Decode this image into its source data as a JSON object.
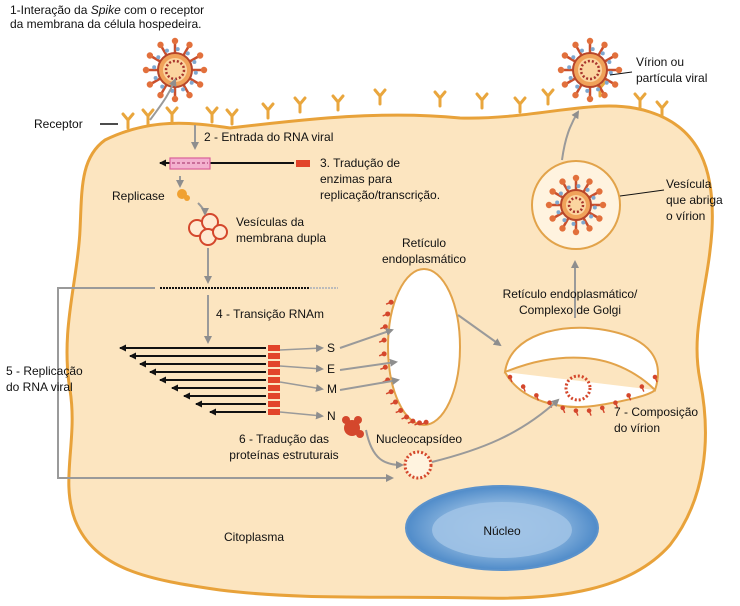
{
  "labels": {
    "step1_line1": "1-Interação da ",
    "step1_spike": "Spike",
    "step1_line1_end": " com o receptor",
    "step1_line2": "da membrana da célula hospedeira.",
    "receptor": "Receptor",
    "step2": "2 - Entrada do RNA viral",
    "step3_line1": "3. Tradução de",
    "step3_line2": "enzimas para",
    "step3_line3": "replicação/transcrição.",
    "replicase": "Replicase",
    "vesicles_line1": "Vesículas da",
    "vesicles_line2": "membrana dupla",
    "er_line1": "Retículo",
    "er_line2": "endoplasmático",
    "virion_line1": "Vírion ou",
    "virion_line2": "partícula viral",
    "vesicle_virion_line1": "Vesícula",
    "vesicle_virion_line2": "que abriga",
    "vesicle_virion_line3": "o vírion",
    "er_golgi_line1": "Retículo endoplasmático/",
    "er_golgi_line2": "Complexo de Golgi",
    "step4": "4 - Transição RNAm",
    "step5_line1": "5 - Replicação",
    "step5_line2": "do RNA viral",
    "protein_s": "S",
    "protein_e": "E",
    "protein_m": "M",
    "protein_n": "N",
    "step6_line1": "6 - Tradução das",
    "step6_line2": "proteínas estruturais",
    "nucleocapsid": "Nucleocapsídeo",
    "step7_line1": "7 - Composição",
    "step7_line2": "do vírion",
    "nucleus": "Núcleo",
    "cytoplasm": "Citoplasma"
  },
  "colors": {
    "cell_fill": "#fce5c0",
    "cell_stroke": "#e8a23a",
    "receptor": "#e9a63d",
    "arrow": "#9a9a9a",
    "red_block": "#e2442a",
    "pink_rna": "#d9609a",
    "nucleus_outer": "#a7c6e6",
    "nucleus_inner": "#5d9ad2",
    "er_fill": "#ffffff",
    "ribosome": "#d4472c"
  }
}
